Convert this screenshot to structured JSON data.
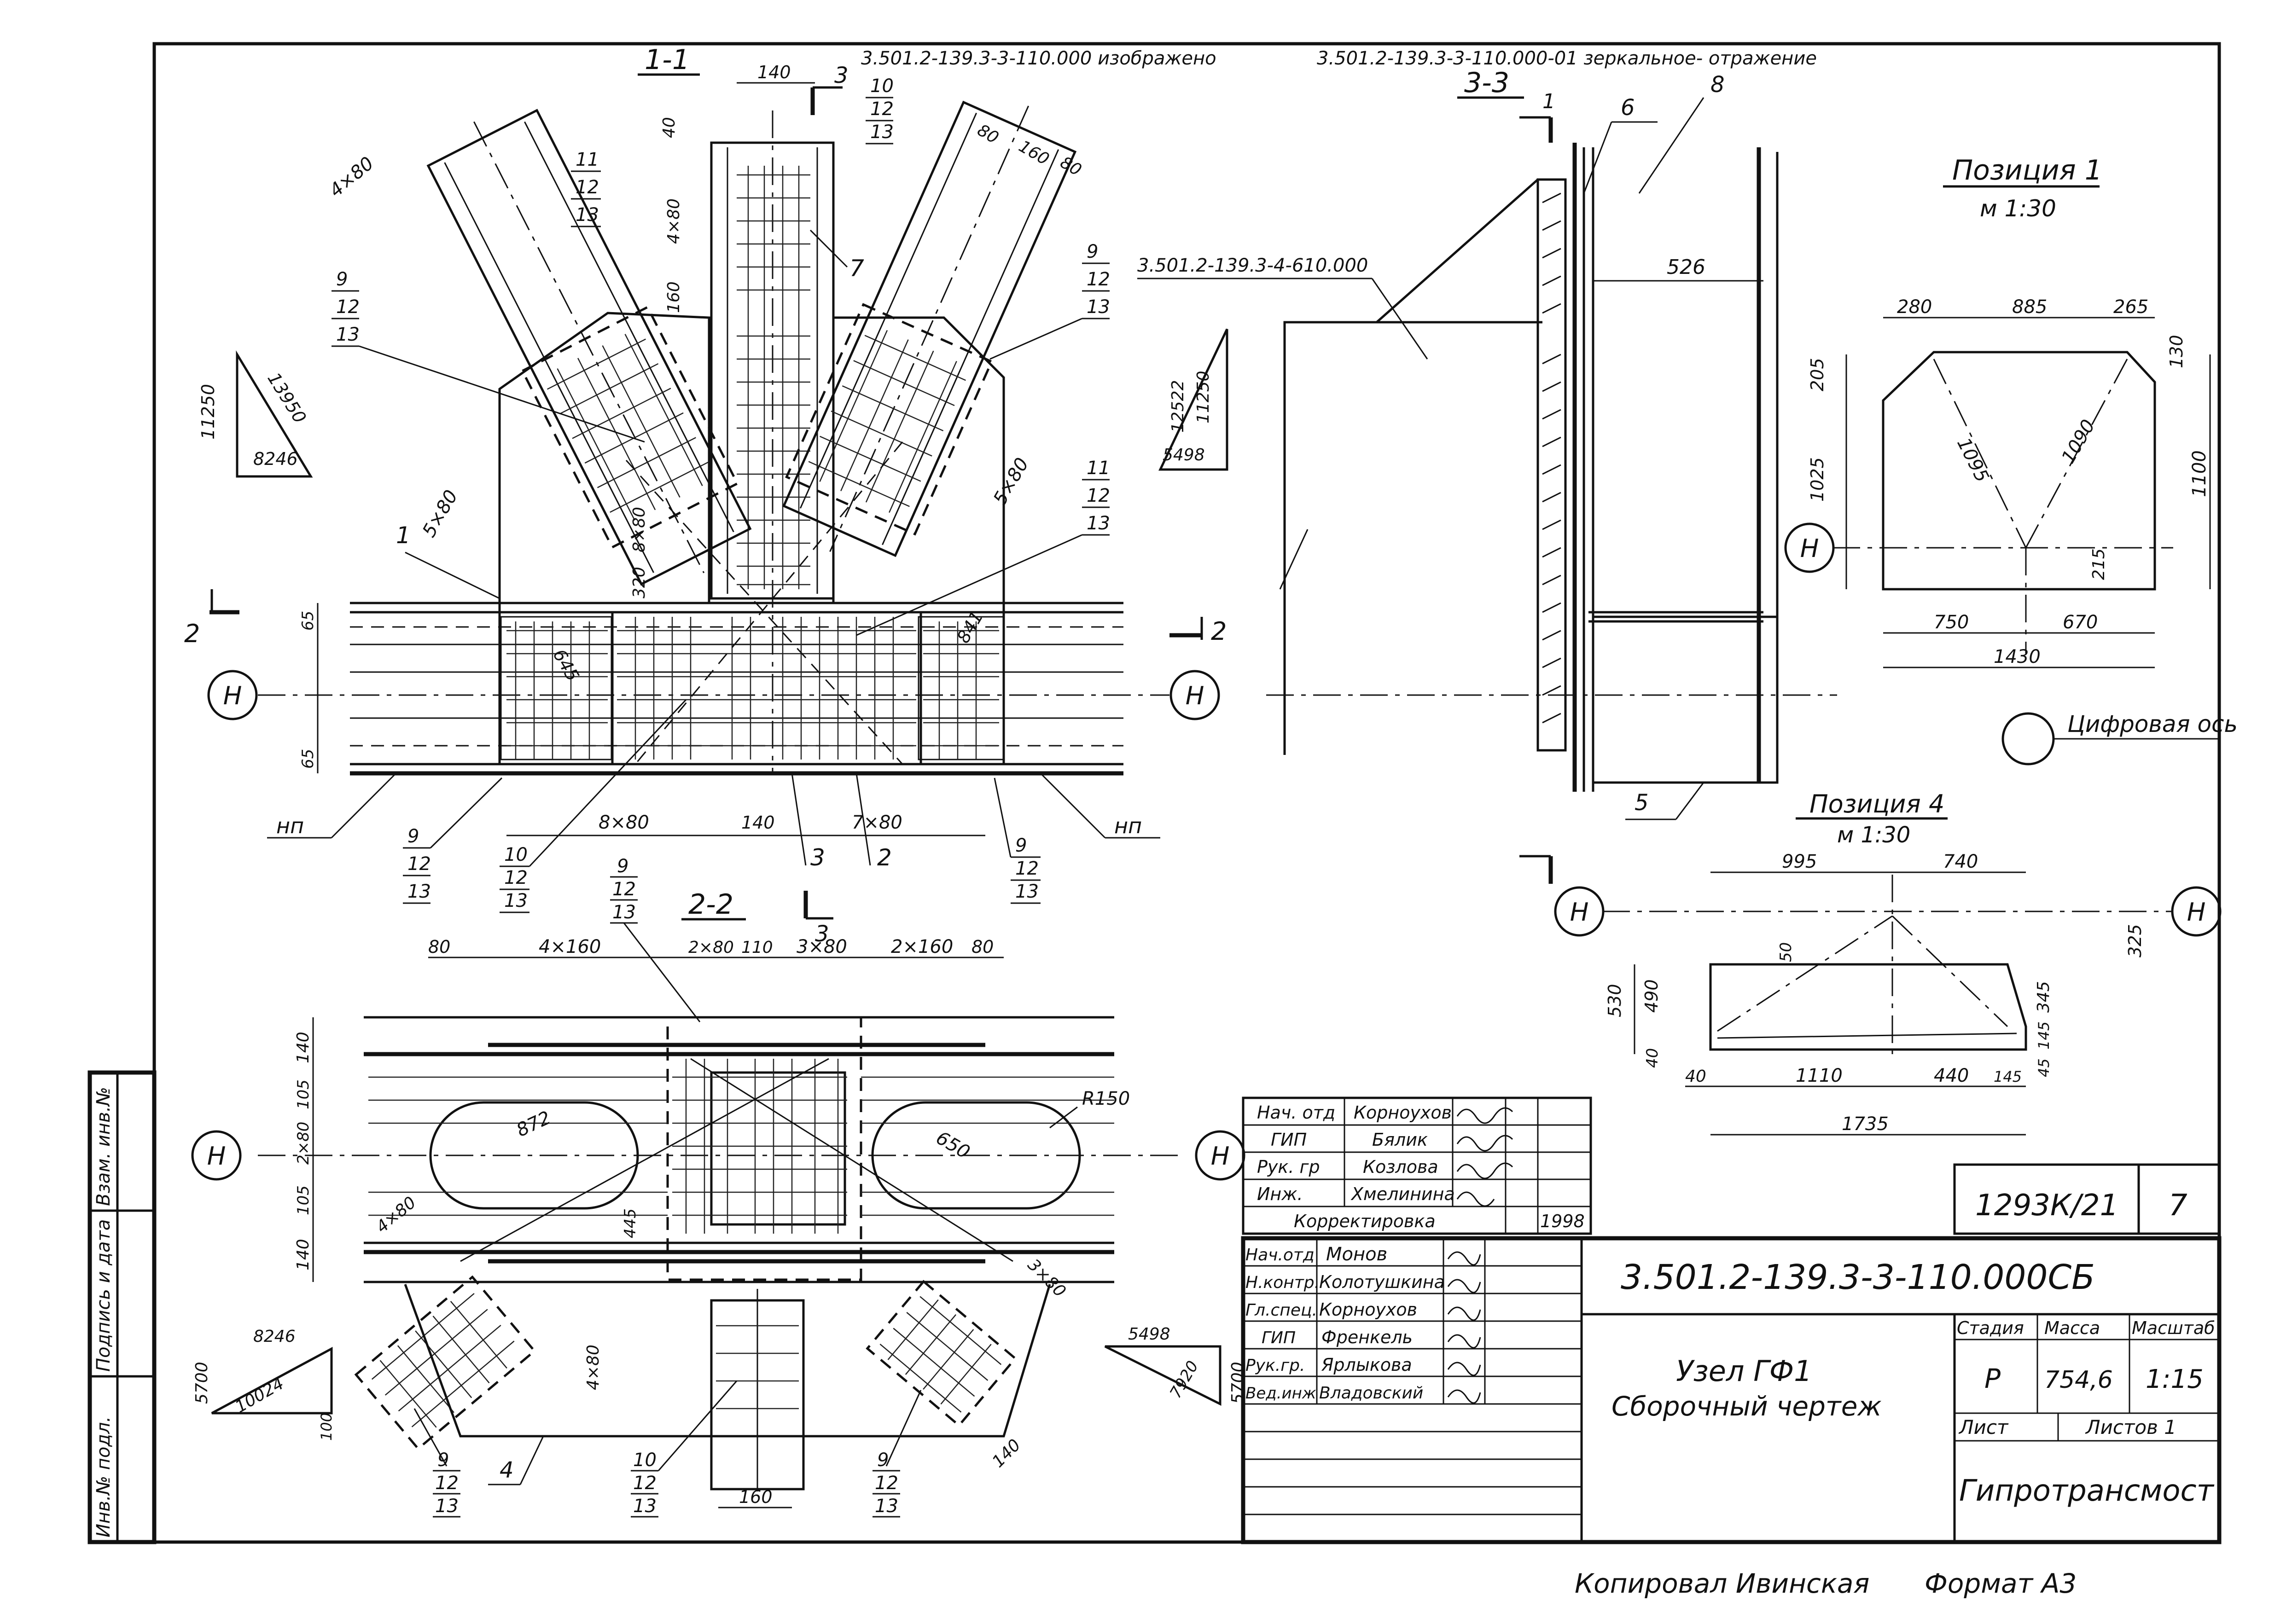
{
  "header": {
    "note_left": "3.501.2-139.3-3-110.000 изображено",
    "note_right": "3.501.2-139.3-3-110.000-01  зеркальное- отражение"
  },
  "views": {
    "view11": {
      "title": "1-1",
      "axis": "Н",
      "np": "нп",
      "sec_marks": [
        "2",
        "2",
        "3"
      ],
      "dims": [
        "140",
        "40",
        "4×80",
        "160",
        "5×80",
        "8×80",
        "320",
        "4×80",
        "65",
        "65",
        "8×80",
        "140",
        "7×80",
        "645",
        "841",
        "80",
        "160",
        "80",
        "5×80"
      ],
      "triangle_left": [
        "11250",
        "13950",
        "8246"
      ],
      "triangle_right": [
        "12522",
        "11250",
        "5498"
      ],
      "positions": [
        "1",
        "2",
        "3",
        "7"
      ],
      "callouts": [
        {
          "top": "10",
          "mid": "12",
          "bot": "13"
        },
        {
          "top": "11",
          "mid": "12",
          "bot": "13"
        },
        {
          "top": "9",
          "mid": "12",
          "bot": "13"
        },
        {
          "top": "9",
          "mid": "12",
          "bot": "13"
        },
        {
          "top": "11",
          "mid": "12",
          "bot": "13"
        },
        {
          "top": "9",
          "mid": "12",
          "bot": "13"
        },
        {
          "top": "10",
          "mid": "12",
          "bot": "13"
        },
        {
          "top": "9",
          "mid": "12",
          "bot": "13"
        }
      ]
    },
    "view33": {
      "title": "3-3",
      "ref": "3.501.2-139.3-4-610.000",
      "dim": "526",
      "positions": [
        "6",
        "8",
        "5"
      ],
      "sec_mark": "1"
    },
    "view22": {
      "title": "2-2",
      "axis": "Н",
      "sec_mark": "3",
      "dims_top": [
        "80",
        "4×160",
        "2×80",
        "110",
        "3×80",
        "2×160",
        "80"
      ],
      "dims_left": [
        "140",
        "105",
        "2×80",
        "105",
        "140"
      ],
      "radius": "R150",
      "diag": [
        "872",
        "650",
        "445",
        "4×80",
        "3×80",
        "4×80",
        "140",
        "160",
        "100"
      ],
      "triangle_left": [
        "8246",
        "5700",
        "10024"
      ],
      "triangle_right": [
        "5498",
        "7920",
        "5700"
      ],
      "positions": [
        "4"
      ],
      "callouts": [
        {
          "top": "9",
          "mid": "12",
          "bot": "13"
        },
        {
          "top": "9",
          "mid": "12",
          "bot": "13"
        },
        {
          "top": "10",
          "mid": "12",
          "bot": "13"
        },
        {
          "top": "9",
          "mid": "12",
          "bot": "13"
        }
      ]
    },
    "pos1": {
      "title": "Позиция 1",
      "scale": "м 1:30",
      "axis": "Н",
      "axis_label": "Цифровая ось",
      "dims": [
        "280",
        "885",
        "265",
        "130",
        "205",
        "1025",
        "1100",
        "1095",
        "1090",
        "215",
        "750",
        "670",
        "1430"
      ]
    },
    "pos4": {
      "title": "Позиция 4",
      "scale": "м 1:30",
      "axis": "Н",
      "dims": [
        "995",
        "740",
        "325",
        "50",
        "530",
        "490",
        "345",
        "40",
        "145",
        "45",
        "40",
        "1110",
        "440",
        "145",
        "1735"
      ]
    }
  },
  "correction_table": {
    "rows": [
      {
        "role": "Нач. отд",
        "name": "Корноухов"
      },
      {
        "role": "ГИП",
        "name": "Бялик"
      },
      {
        "role": "Рук. гр",
        "name": "Козлова"
      },
      {
        "role": "Инж.",
        "name": "Хмелинина"
      }
    ],
    "label": "Корректировка",
    "year": "1998"
  },
  "sheet_id": {
    "code": "1293К/21",
    "num": "7"
  },
  "title_block": {
    "doc_code": "3.501.2-139.3-3-110.000СБ",
    "signers": [
      {
        "role": "Нач.отд",
        "name": "Монов"
      },
      {
        "role": "Н.контр.",
        "name": "Колотушкина"
      },
      {
        "role": "Гл.спец.",
        "name": "Корноухов"
      },
      {
        "role": "ГИП",
        "name": "Френкель"
      },
      {
        "role": "Рук.гр.",
        "name": "Ярлыкова"
      },
      {
        "role": "Вед.инж",
        "name": "Владовский"
      }
    ],
    "title_line1": "Узел ГФ1",
    "title_line2": "Сборочный чертеж",
    "stage_label": "Стадия",
    "mass_label": "Масса",
    "scale_label": "Масштаб",
    "stage": "Р",
    "mass": "754,6",
    "scale": "1:15",
    "sheet_label": "Лист",
    "sheets_label": "Листов 1",
    "org": "Гипротрансмост"
  },
  "side_stamp": [
    "Инв.№ подл.",
    "Подпись и дата",
    "Взам. инв.№"
  ],
  "footer": {
    "copied": "Копировал Ивинская",
    "format": "Формат А3"
  }
}
